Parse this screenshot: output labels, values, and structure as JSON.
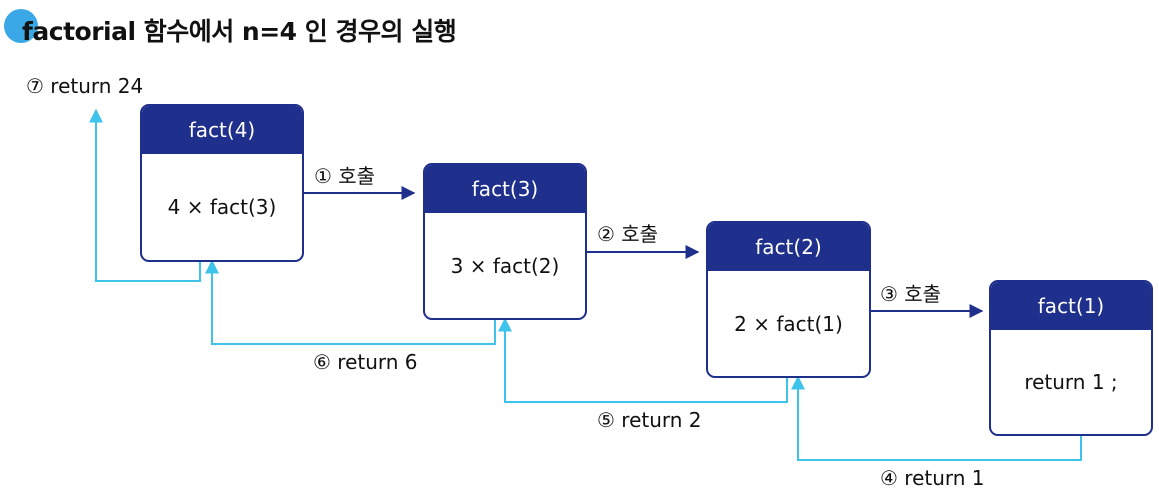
{
  "title": "factorial 함수에서 n=4 인 경우의 실행",
  "boxes": [
    {
      "header": "fact(4)",
      "body": "4 × fact(3)"
    },
    {
      "header": "fact(3)",
      "body": "3 × fact(2)"
    },
    {
      "header": "fact(2)",
      "body": "2 × fact(1)"
    },
    {
      "header": "fact(1)",
      "body": "return 1 ;"
    }
  ],
  "calls": [
    "① 호출",
    "② 호출",
    "③ 호출"
  ],
  "returns": [
    "④ return 1",
    "⑤ return 2",
    "⑥ return 6",
    "⑦ return 24"
  ],
  "colors": {
    "box": "#1f2f8c",
    "call_arrow": "#1f2f8c",
    "return_arrow": "#3ec3ea",
    "bullet": "#3aa8e6"
  }
}
